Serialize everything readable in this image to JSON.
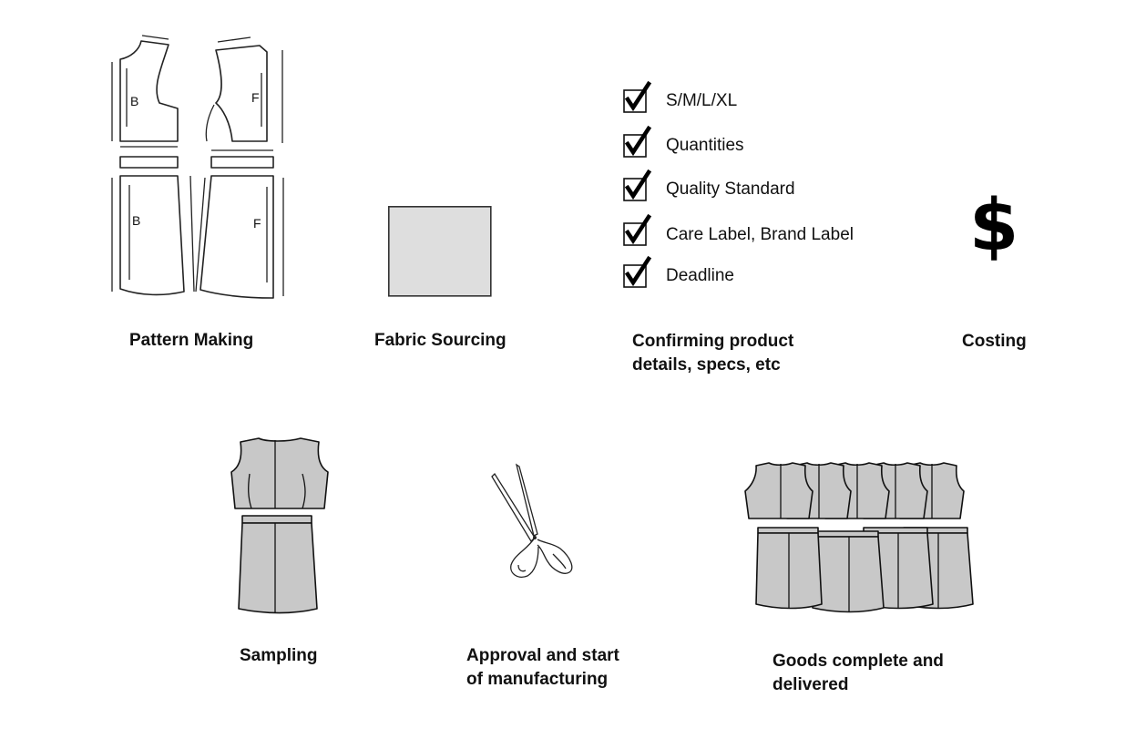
{
  "steps": {
    "pattern_making": "Pattern Making",
    "fabric_sourcing": "Fabric Sourcing",
    "confirming_line1": "Confirming product",
    "confirming_line2": "details, specs, etc",
    "costing": "Costing",
    "sampling": "Sampling",
    "approval_line1": "Approval and start",
    "approval_line2": "of manufacturing",
    "goods_line1": "Goods complete and",
    "goods_line2": "delivered"
  },
  "checklist": [
    "S/M/L/XL",
    "Quantities",
    "Quality Standard",
    "Care Label, Brand Label",
    "Deadline"
  ],
  "pattern_pieces": {
    "back_letter": "B",
    "front_letter": "F"
  },
  "costing_symbol": "$",
  "colors": {
    "fabric_swatch": "#dedede",
    "garment_fill": "#c8c8c8",
    "outline": "#222222"
  },
  "icons": {
    "pattern": "pattern-pieces-icon",
    "fabric": "fabric-swatch-icon",
    "check": "checkbox-check-icon",
    "costing": "dollar-icon",
    "sample": "garment-icon",
    "scissors": "scissors-icon",
    "goods": "garment-stack-icon"
  }
}
